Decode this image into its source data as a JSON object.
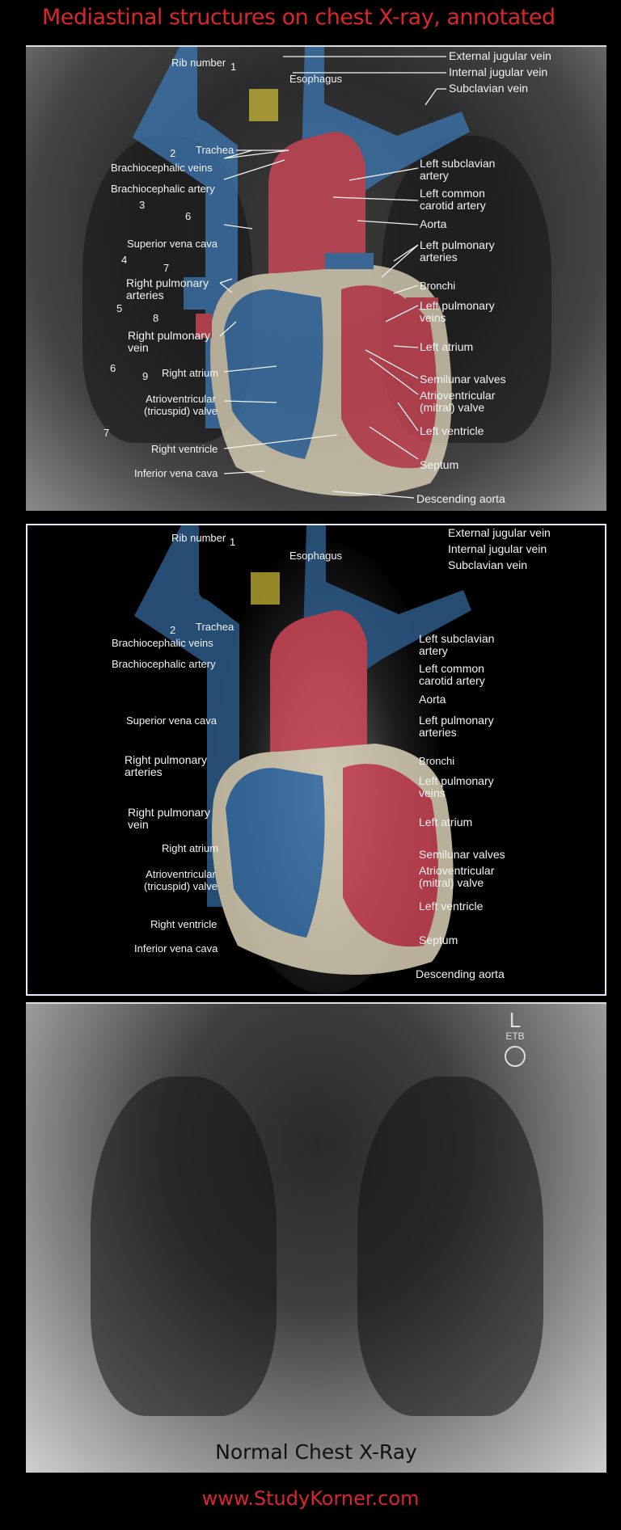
{
  "title": "Mediastinal structures on chest X-ray, annotated",
  "colors": {
    "title": "#d9262b",
    "vein": "#3c78b4",
    "artery": "#d94a5a",
    "esophagus": "#c8b838",
    "myocardium": "#e6dcc0"
  },
  "panel_xray_annotated": {
    "rib_numbers_label": "Rib number",
    "rib_numbers": [
      "1",
      "2",
      "3",
      "4",
      "5",
      "6",
      "7",
      "6",
      "7",
      "8",
      "9"
    ],
    "labels_left": [
      "Trachea",
      "Brachiocephalic veins",
      "Brachiocephalic artery",
      "Superior vena cava",
      "Right pulmonary arteries",
      "Right pulmonary vein",
      "Right atrium",
      "Atrioventricular (tricuspid) valve",
      "Right ventricle",
      "Inferior vena cava"
    ],
    "labels_right": [
      "External jugular vein",
      "Internal jugular vein",
      "Subclavian vein",
      "Left subclavian artery",
      "Left common carotid artery",
      "Aorta",
      "Left pulmonary arteries",
      "Bronchi",
      "Left pulmonary veins",
      "Left atrium",
      "Semilunar valves",
      "Atrioventricular (mitral) valve",
      "Left ventricle",
      "Septum",
      "Descending aorta"
    ],
    "labels_top": [
      "Esophagus"
    ]
  },
  "labels": {
    "rib": "Rib number",
    "esophagus": "Esophagus",
    "trachea": "Trachea",
    "bcv": "Brachiocephalic veins",
    "bca": "Brachiocephalic artery",
    "svc": "Superior vena cava",
    "rpa1": "Right pulmonary",
    "rpa2": "arteries",
    "rpv1": "Right pulmonary",
    "rpv2": "vein",
    "ra": "Right atrium",
    "tv1": "Atrioventricular",
    "tv2": "(tricuspid) valve",
    "rv": "Right ventricle",
    "ivc": "Inferior vena cava",
    "ejv": "External jugular vein",
    "ijv": "Internal jugular vein",
    "scv": "Subclavian vein",
    "lsa1": "Left subclavian",
    "lsa2": "artery",
    "lcca1": "Left common",
    "lcca2": "carotid artery",
    "aorta": "Aorta",
    "lpa1": "Left pulmonary",
    "lpa2": "arteries",
    "bronchi": "Bronchi",
    "lpv1": "Left pulmonary",
    "lpv2": "veins",
    "la": "Left atrium",
    "sv": "Semilunar valves",
    "mv1": "Atrioventricular",
    "mv2": "(mitral) valve",
    "lv": "Left ventricle",
    "septum": "Septum",
    "da": "Descending aorta",
    "n1": "1",
    "n2": "2",
    "n3": "3",
    "n4": "4",
    "n5": "5",
    "n6a": "6",
    "n7a": "7",
    "n6b": "6",
    "n7b": "7",
    "n8": "8",
    "n9": "9"
  },
  "panel_plain": {
    "marker_letter": "L",
    "marker_code": "ETB"
  },
  "caption": "Normal Chest X-Ray",
  "footer": "www.StudyKorner.com"
}
